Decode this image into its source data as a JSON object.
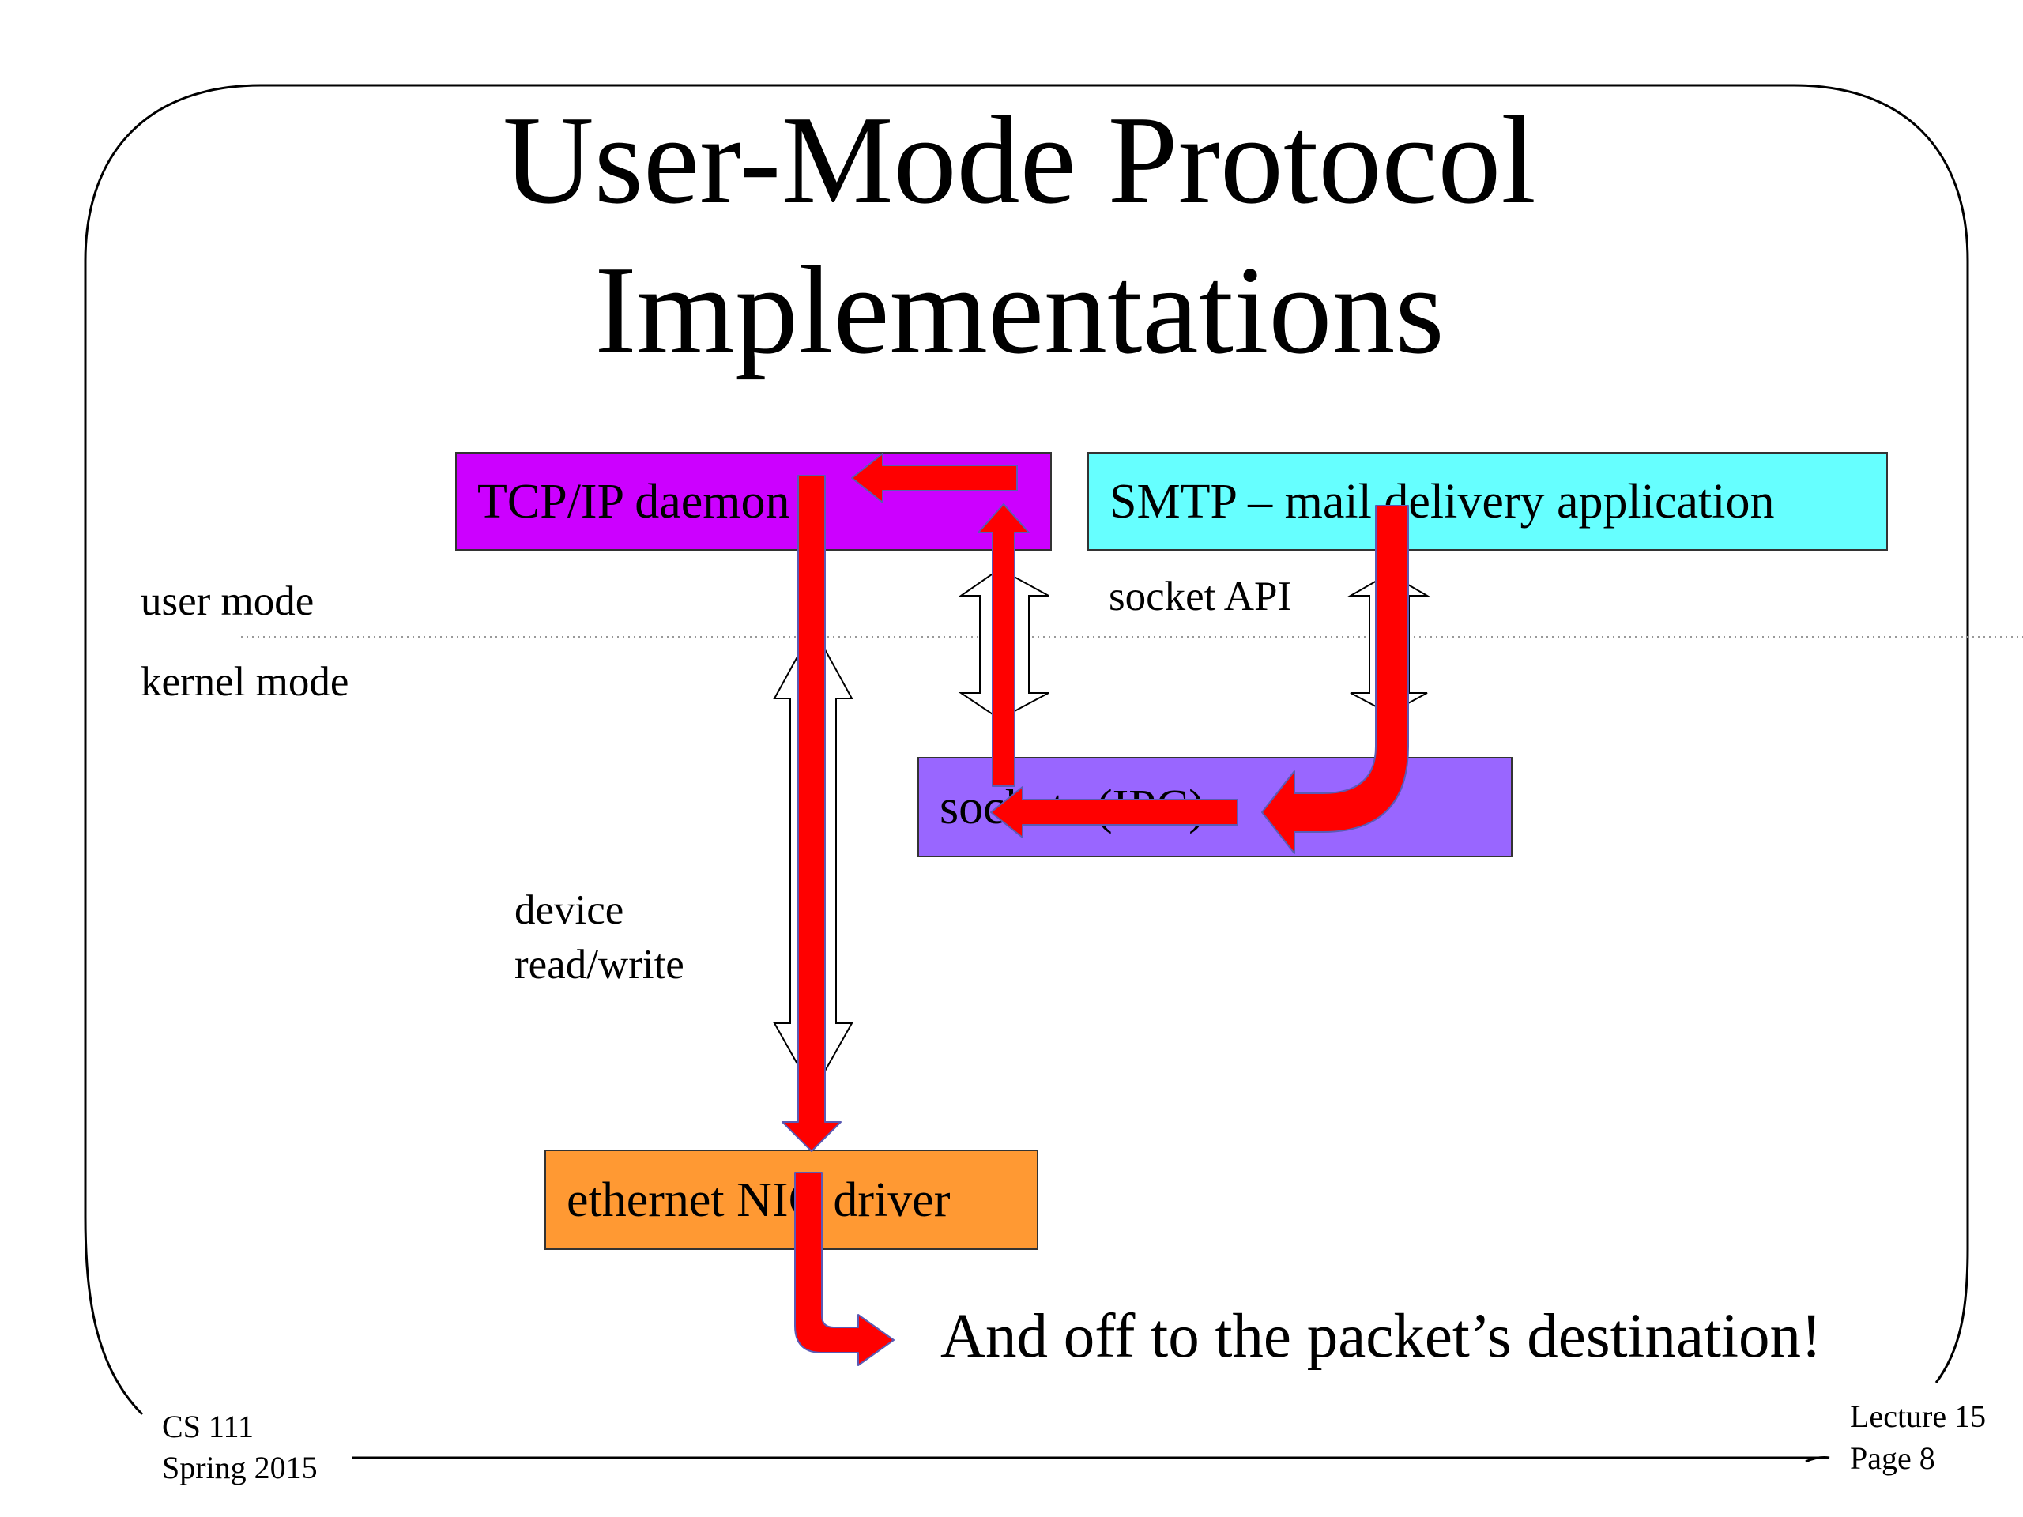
{
  "slide": {
    "title_line1": "User-Mode Protocol",
    "title_line2": "Implementations"
  },
  "diagram": {
    "boxes": {
      "tcp_daemon": "TCP/IP daemon",
      "smtp_app": "SMTP – mail delivery application",
      "sockets": "sockets (IPC)",
      "nic_driver": "ethernet NIC driver"
    },
    "labels": {
      "user_mode": "user mode",
      "kernel_mode": "kernel mode",
      "socket_api": "socket API",
      "device_rw_line1": "device",
      "device_rw_line2": "read/write"
    },
    "caption": "And off to the packet’s destination!",
    "colors": {
      "tcp_daemon": "#cc00ff",
      "smtp_app": "#66ffff",
      "sockets": "#9966ff",
      "nic_driver": "#ff9933",
      "flow_arrow": "#ff0000"
    }
  },
  "footer": {
    "course": "CS 111",
    "term": "Spring 2015",
    "lecture": "Lecture 15",
    "page": "Page 8"
  }
}
